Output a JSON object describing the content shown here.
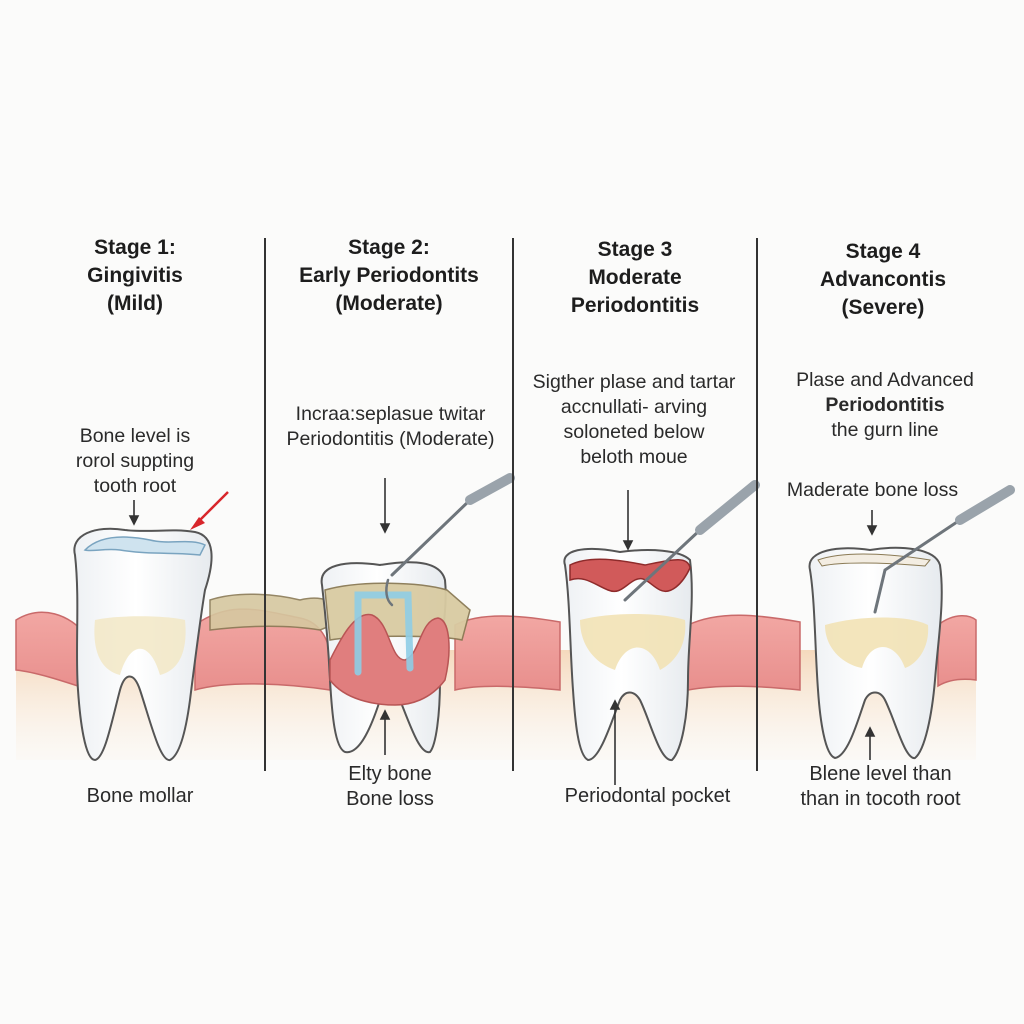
{
  "stages": [
    {
      "title": [
        "Stage 1:",
        "Gingivitis",
        "(Mild)"
      ],
      "note": [
        "Bone level is",
        "rorol suppting",
        "tooth root"
      ],
      "caption": [
        "Bone mollar"
      ]
    },
    {
      "title": [
        "Stage 2:",
        "Early Periodontits",
        "(Moderate)"
      ],
      "note": [
        "Incraa:seplasue twitar",
        "Periodontitis (Moderate)"
      ],
      "caption": [
        "Elty bone",
        "Bone loss"
      ]
    },
    {
      "title": [
        "Stage 3",
        "Moderate",
        "Periodontitis"
      ],
      "note": [
        "Sigther plase and tartar",
        "accnullati- arving",
        "soloneted below",
        "beloth moue"
      ],
      "caption": [
        "Periodontal pocket"
      ]
    },
    {
      "title": [
        "Stage 4",
        "Advancontis",
        "(Severe)"
      ],
      "note": [
        "Plase and Advanced",
        "Periodontitis",
        "the gurn line"
      ],
      "note_extra": "Maderate bone loss",
      "caption": [
        "Blene level than",
        "than in tocoth root"
      ]
    }
  ],
  "colors": {
    "gum": "#ec9a9a",
    "gum_dark": "#d96a6a",
    "bone": "#f4dcc0",
    "enamel": "#ffffff",
    "dentin": "#f2e8c6",
    "tartar": "#c9b88e",
    "probe": "#9aa3ab",
    "accent_red": "#d8262b",
    "ligament_blue": "#8ecde6"
  },
  "icons": [
    "arrow-down-icon",
    "arrow-up-icon",
    "red-arrow-icon",
    "dental-probe-icon"
  ]
}
